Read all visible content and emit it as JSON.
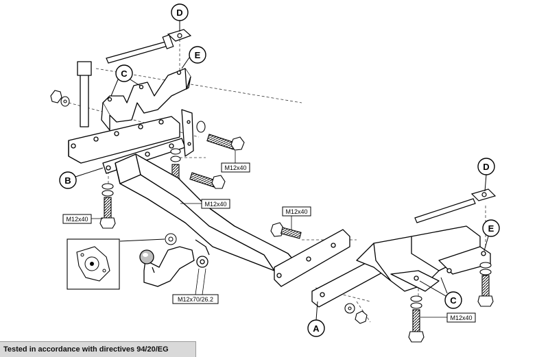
{
  "callouts": {
    "d_top": "D",
    "e_top": "E",
    "c_left": "C",
    "b": "B",
    "d_right": "D",
    "e_right": "E",
    "c_right": "C",
    "a": "A"
  },
  "sizes": {
    "bolt_upper_right": "M12x40",
    "bolt_middle": "M12x40",
    "bolt_left": "M12x40",
    "bolt_center": "M12x40",
    "ball_bolts": "M12x70/26.2",
    "bolt_lower_right": "M12x40"
  },
  "footer": {
    "note": "Tested in accordance with directives 94/20/EG"
  }
}
